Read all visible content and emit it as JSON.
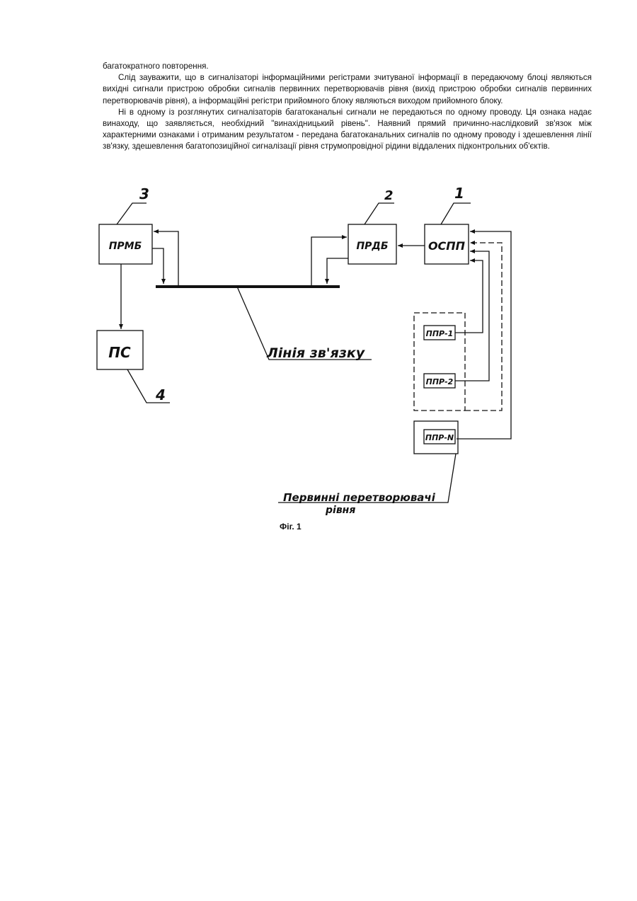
{
  "body": {
    "paragraphs": [
      "багатократного повторення.",
      "Слід зауважити, що в сигналізаторі інформаційними регістрами зчитуваної інформації в передаючому блоці являються вихідні сигнали пристрою обробки сигналів первинних перетворювачів рівня (вихід пристрою обробки сигналів первинних перетворювачів рівня), а інформаційні регістри прийомного блоку являються виходом прийомного блоку.",
      "Ні в одному із розглянутих сигналізаторів багатоканальні сигнали не передаються по одному проводу. Ця ознака надає винаходу, що заявляється, необхідний \"винахідницький рівень\". Наявний прямий причинно-наслідковий зв'язок між характерними ознаками і отриманим результатом - передана багатоканальних сигналів по одному проводу і здешевлення лінії зв'язку, здешевлення багатопозиційної сигналізації рівня струмопровідної рідини віддалених підконтрольних об'єктів."
    ]
  },
  "figure": {
    "blocks": {
      "prmb": "ПРМБ",
      "prdb": "ПРДБ",
      "ospp": "ОСПП",
      "ps": "ПС",
      "ppr1": "ППР-1",
      "ppr2": "ППР-2",
      "pprn": "ППР-N"
    },
    "callouts": {
      "n1": "1",
      "n2": "2",
      "n3": "3",
      "n4": "4"
    },
    "labels": {
      "line": "Лінія зв'язку",
      "primary_line1": "Первинні перетворювачі",
      "primary_line2": "рівня"
    },
    "caption": "Фіг. 1"
  }
}
